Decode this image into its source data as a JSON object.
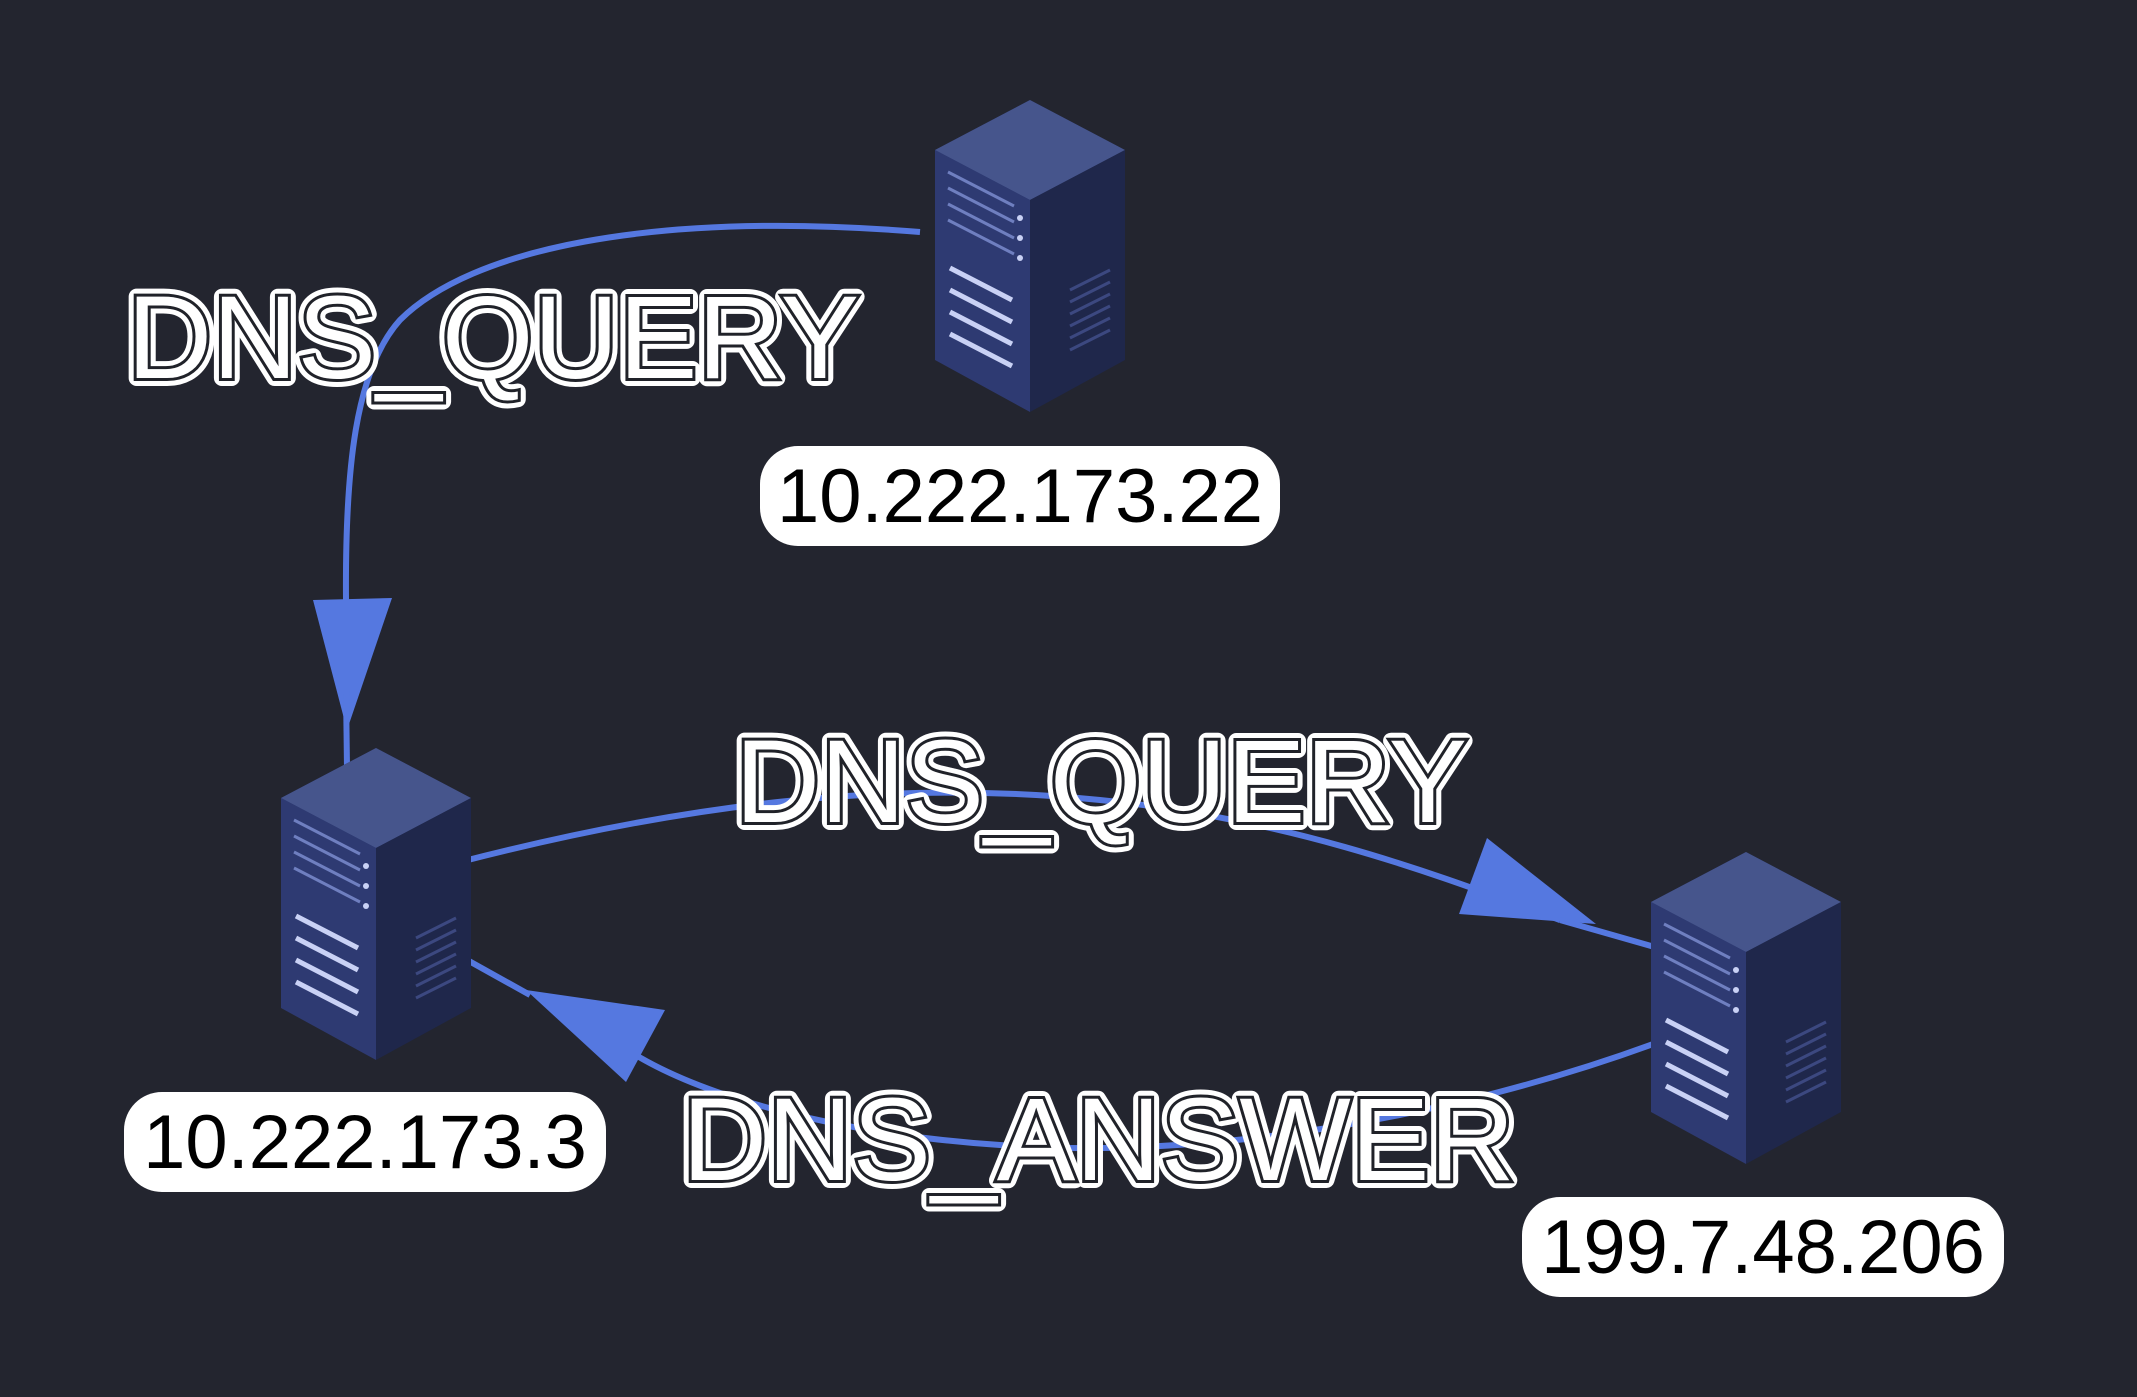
{
  "colors": {
    "background": "#23252f",
    "edge": "#5578e0",
    "server_front": "#2a3566",
    "server_side": "#222b52",
    "server_top": "#46558c",
    "label_bg": "#ffffff"
  },
  "nodes": [
    {
      "id": "n1",
      "label": "10.222.173.22",
      "icon": "server-icon"
    },
    {
      "id": "n2",
      "label": "10.222.173.3",
      "icon": "server-icon"
    },
    {
      "id": "n3",
      "label": "199.7.48.206",
      "icon": "server-icon"
    }
  ],
  "edges": [
    {
      "id": "e1",
      "from": "n1",
      "to": "n2",
      "label": "DNS_QUERY"
    },
    {
      "id": "e2",
      "from": "n2",
      "to": "n3",
      "label": "DNS_QUERY"
    },
    {
      "id": "e3",
      "from": "n3",
      "to": "n2",
      "label": "DNS_ANSWER"
    }
  ]
}
